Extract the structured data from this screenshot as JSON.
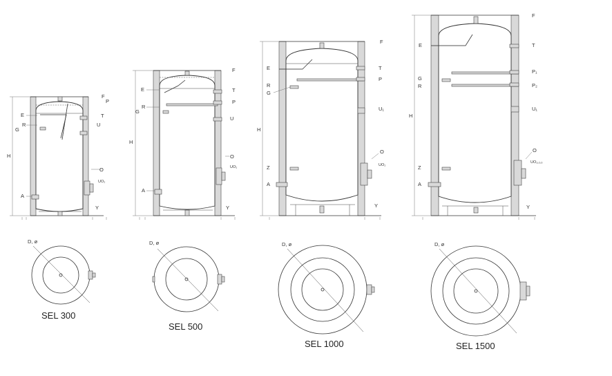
{
  "units": [
    {
      "id": "sel300",
      "caption": "SEL 300",
      "diameter_label": "D, ø"
    },
    {
      "id": "sel500",
      "caption": "SEL 500",
      "diameter_label": "D, ø"
    },
    {
      "id": "sel1000",
      "caption": "SEL 1000",
      "diameter_label": "D, ø"
    },
    {
      "id": "sel1500",
      "caption": "SEL 1500",
      "diameter_label": "D, ø"
    }
  ],
  "labels": {
    "height": "H",
    "top_outlet": "F",
    "thermometer": "T",
    "probe": "P",
    "probe_1": "P₁",
    "probe_2": "P₂",
    "circulation": "U",
    "circulation_1": "U₁",
    "flange": "O",
    "flange_outlet": "UO₁",
    "flange_outlet_multi": "UO₁,₂,₃",
    "drain": "Y",
    "inlet_e": "E",
    "inlet_r": "R",
    "inlet_g": "G",
    "inlet_a": "A",
    "inlet_z": "Z"
  }
}
